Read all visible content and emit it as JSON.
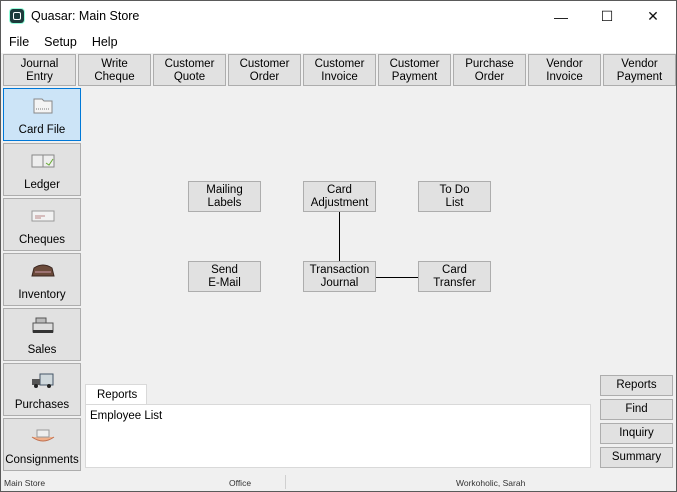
{
  "window": {
    "title": "Quasar: Main Store",
    "controls": {
      "minimize": "—",
      "maximize": "☐",
      "close": "✕"
    }
  },
  "menu": [
    "File",
    "Setup",
    "Help"
  ],
  "toolbar": [
    "Journal\nEntry",
    "Write\nCheque",
    "Customer\nQuote",
    "Customer\nOrder",
    "Customer\nInvoice",
    "Customer\nPayment",
    "Purchase\nOrder",
    "Vendor\nInvoice",
    "Vendor\nPayment"
  ],
  "sidebar": [
    {
      "label": "Card File",
      "icon": "card-file-icon",
      "active": true
    },
    {
      "label": "Ledger",
      "icon": "ledger-icon",
      "active": false
    },
    {
      "label": "Cheques",
      "icon": "cheques-icon",
      "active": false
    },
    {
      "label": "Inventory",
      "icon": "inventory-icon",
      "active": false
    },
    {
      "label": "Sales",
      "icon": "cash-register-icon",
      "active": false
    },
    {
      "label": "Purchases",
      "icon": "truck-icon",
      "active": false
    },
    {
      "label": "Consignments",
      "icon": "consignment-icon",
      "active": false
    }
  ],
  "workflow": {
    "nodes": {
      "mailing_labels": "Mailing\nLabels",
      "card_adjustment": "Card\nAdjustment",
      "todo_list": "To Do\nList",
      "send_email": "Send\nE-Mail",
      "transaction_journal": "Transaction\nJournal",
      "card_transfer": "Card\nTransfer"
    }
  },
  "reports": {
    "tab_label": "Reports",
    "items": [
      "Employee List"
    ]
  },
  "actions": [
    "Reports",
    "Find",
    "Inquiry",
    "Summary"
  ],
  "status": {
    "company": "Main Store",
    "location": "Office",
    "user": "Workoholic, Sarah"
  }
}
